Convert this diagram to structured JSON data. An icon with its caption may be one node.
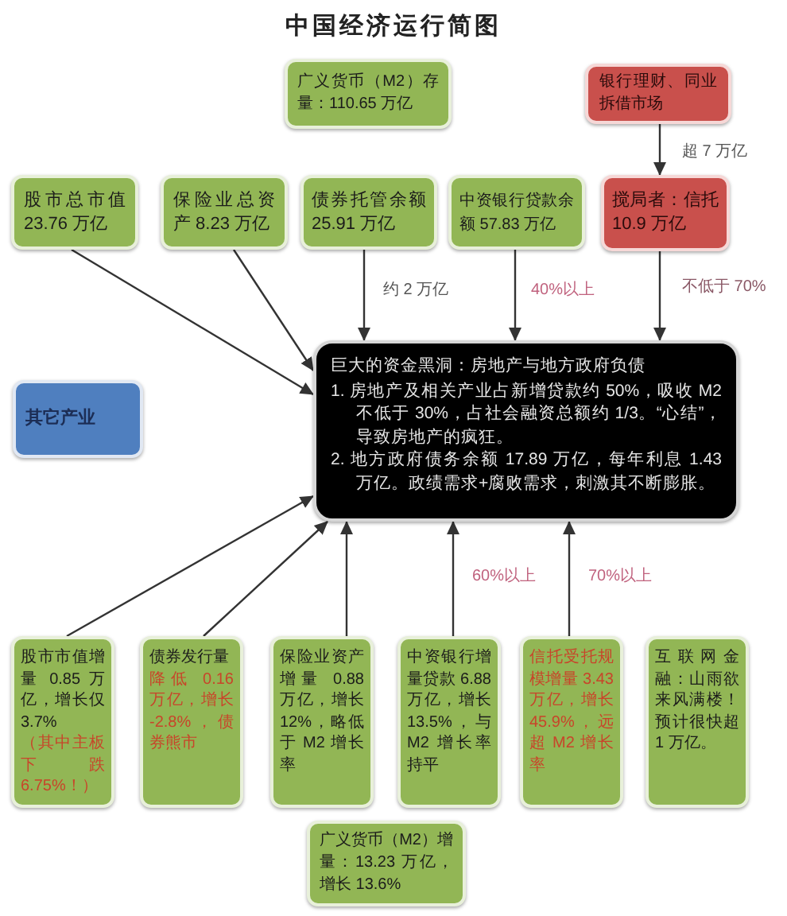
{
  "diagram": {
    "title": "中国经济运行简图",
    "nodes": [
      {
        "text": [
          "广义货币（M2）存量：110.65 万亿"
        ]
      },
      {
        "text": [
          "银行理财、同业拆借市场"
        ]
      },
      {
        "text": [
          "股市总市值 23.76 万亿"
        ]
      },
      {
        "text": [
          "保险业总资产 8.23 万亿"
        ]
      },
      {
        "text": [
          "债券托管余额 25.91 万亿"
        ]
      },
      {
        "text": [
          "中资银行贷款余额 57.83 万亿"
        ]
      },
      {
        "text": [
          "搅局者：信托 10.9 万亿"
        ]
      },
      {
        "text": [
          "其它产业"
        ]
      },
      {
        "text": [
          "巨大的资金黑洞：房地产与地方政府负债",
          "1. 房地产及相关产业占新增贷款约 50%，吸收 M2 不低于 30%，占社会融资总额约 1/3。“心结”，导致房地产的疯狂。",
          "2. 地方政府债务余额 17.89 万亿，每年利息 1.43 万亿。政绩需求+腐败需求，刺激其不断膨胀。"
        ]
      },
      {
        "text": [
          "股市市值增量 0.85 万亿，增长仅 3.7%",
          "（其中主板下跌 6.75%！）"
        ]
      },
      {
        "text": [
          "债券发行量",
          "降低 0.16 万亿，增长 -2.8%，债券熊市"
        ]
      },
      {
        "text": [
          "保险业资产增量 0.88 万亿，增长 12%，略低于 M2 增长率"
        ]
      },
      {
        "text": [
          "中资银行增量贷款 6.88 万亿，增长 13.5%，与 M2 增长率持平"
        ]
      },
      {
        "text": [
          "信托受托规模增量 3.43 万亿，增长 45.9%，远超 M2 增长率"
        ]
      },
      {
        "text": [
          "互联网金融：山雨欲来风满楼！预计很快超 1 万亿。"
        ]
      },
      {
        "text": [
          "广义货币（M2）增量：13.23 万亿，增长 13.6%"
        ]
      }
    ],
    "edges": [
      {
        "from": 1,
        "to": 6,
        "arrow": "to",
        "label": "超 7 万亿"
      },
      {
        "from": 2,
        "to": 8,
        "arrow": "to"
      },
      {
        "from": 3,
        "to": 8,
        "arrow": "to"
      },
      {
        "from": 4,
        "to": 8,
        "arrow": "to",
        "label": "约 2 万亿"
      },
      {
        "from": 5,
        "to": 8,
        "arrow": "to",
        "label": "40%以上"
      },
      {
        "from": 6,
        "to": 8,
        "arrow": "to",
        "label": "不低于 70%"
      },
      {
        "from": 9,
        "to": 8,
        "arrow": "to"
      },
      {
        "from": 10,
        "to": 8,
        "arrow": "to"
      },
      {
        "from": 11,
        "to": 8,
        "arrow": "to"
      },
      {
        "from": 12,
        "to": 8,
        "arrow": "to",
        "label": "60%以上"
      },
      {
        "from": 13,
        "to": 8,
        "arrow": "to",
        "label": "70%以上"
      }
    ]
  }
}
